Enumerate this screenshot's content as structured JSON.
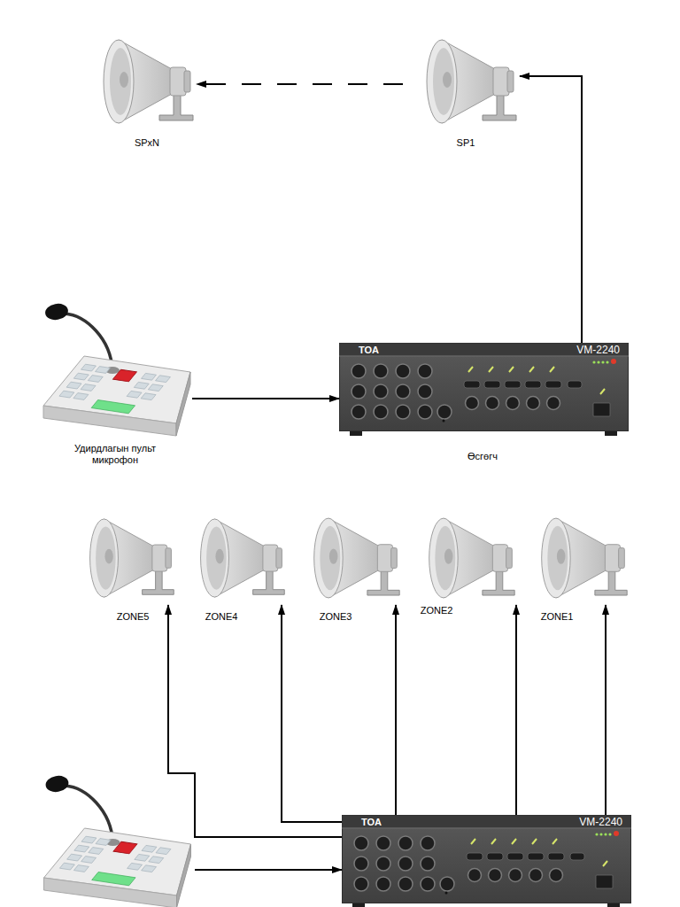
{
  "diagram": {
    "nodes": [
      {
        "text": [
          "SPxN"
        ]
      },
      {
        "text": [
          "SP1"
        ]
      },
      {
        "text": [
          "Удирдлагын пульт микрофон"
        ]
      },
      {
        "text": [
          "TOA",
          "VM-2240",
          "Өсгөгч"
        ]
      },
      {
        "text": [
          "ZONE5"
        ]
      },
      {
        "text": [
          "ZONE4"
        ]
      },
      {
        "text": [
          "ZONE3"
        ]
      },
      {
        "text": [
          "ZONE2"
        ]
      },
      {
        "text": [
          "ZONE1"
        ]
      },
      {
        "text": []
      },
      {
        "text": [
          "TOA",
          "VM-2240"
        ]
      }
    ],
    "edges": [
      {
        "from": 1,
        "to": 0,
        "arrow": "to"
      },
      {
        "from": 3,
        "to": 1,
        "arrow": "to"
      },
      {
        "from": 2,
        "to": 3,
        "arrow": "to"
      },
      {
        "from": 10,
        "to": 8,
        "arrow": "to"
      },
      {
        "from": 10,
        "to": 7,
        "arrow": "to"
      },
      {
        "from": 10,
        "to": 6,
        "arrow": "to"
      },
      {
        "from": 10,
        "to": 5,
        "arrow": "to"
      },
      {
        "from": 10,
        "to": 4,
        "arrow": "to"
      },
      {
        "from": 9,
        "to": 10,
        "arrow": "to"
      }
    ]
  }
}
